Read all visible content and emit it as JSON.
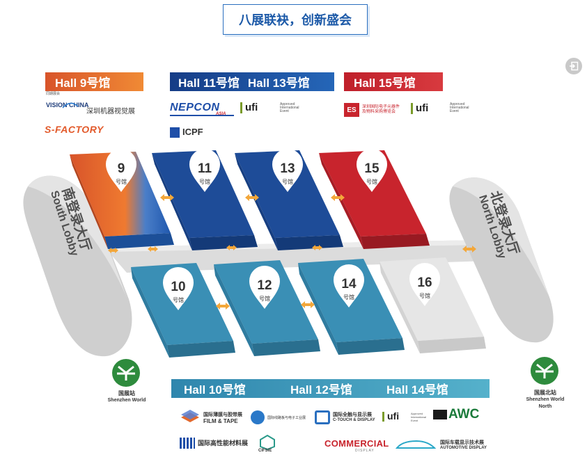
{
  "header": {
    "title": "八展联袂，创新盛会"
  },
  "top_bars": {
    "hall9": "Hall 9号馆",
    "hall11": "Hall 11号馆",
    "hall13": "Hall 13号馆",
    "hall15": "Hall 15号馆"
  },
  "bottom_bar": {
    "hall10": "Hall 10号馆",
    "hall12": "Hall 12号馆",
    "hall14": "Hall 14号馆"
  },
  "halls": [
    {
      "number": "9",
      "sub": "号馆"
    },
    {
      "number": "11",
      "sub": "号馆"
    },
    {
      "number": "13",
      "sub": "号馆"
    },
    {
      "number": "15",
      "sub": "号馆"
    },
    {
      "number": "10",
      "sub": "号馆"
    },
    {
      "number": "12",
      "sub": "号馆"
    },
    {
      "number": "14",
      "sub": "号馆"
    },
    {
      "number": "16",
      "sub": "号馆"
    }
  ],
  "lobbies": {
    "south_cn": "南登录大厅",
    "south_en": "South Lobby",
    "north_cn": "北登录大厅",
    "north_en": "North Lobby"
  },
  "stations": {
    "west_cn": "国展站",
    "west_en": "Shenzhen World",
    "east_cn": "国展北站",
    "east_en1": "Shenzhen World",
    "east_en2": "North"
  },
  "logos": {
    "vision_tag": "同期展会",
    "vision": "VISION CHINA",
    "robot": "深圳机器视觉展",
    "sfactory": "S-FACTORY",
    "nepcon": "NEPCON",
    "nepcon_sub": "ASIA",
    "ufi": "ufi",
    "ufi_note1": "Approved",
    "ufi_note2": "International",
    "ufi_note3": "Event",
    "icpf": "ICPF",
    "es": "ES",
    "es_cn1": "深圳国际电子元器件",
    "es_cn2": "及物料采购博览会",
    "film_cn": "国际薄膜与胶带展",
    "film_en": "FILM & TAPE",
    "pcb_cn": "国际线路板与电子工业展",
    "ctouch_cn": "国际全触与显示展",
    "ctouch_en": "C-TOUCH & DISPLAY",
    "awc": "AWC",
    "func_cn": "国际高性能材料展",
    "cifsie": "CIFSIE",
    "commercial": "COMMERCIAL",
    "commercial_sub": "DISPLAY",
    "auto_cn": "国际车载显示技术展",
    "auto_en": "AUTOMOTIVE DISPLAY"
  },
  "colors": {
    "hall9": "#e2692e",
    "hall_blue": "#1f4f9e",
    "hall15": "#c8242d",
    "hall_teal": "#3a8fb5",
    "hall16": "#e3e3e3",
    "arrow": "#f3a73a",
    "title": "#1d5aa8"
  }
}
